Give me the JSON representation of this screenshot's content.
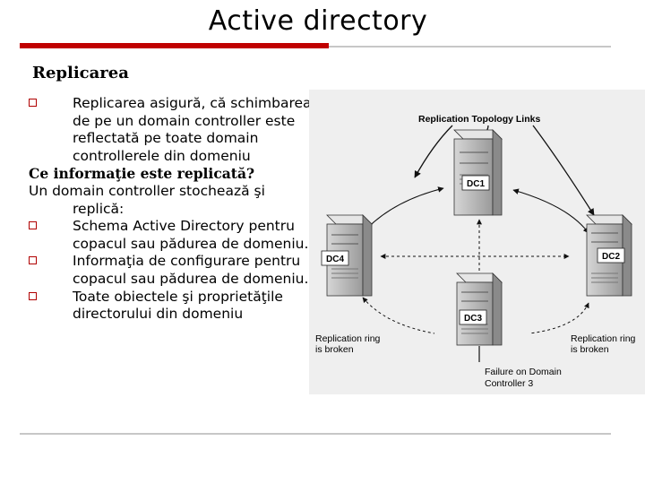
{
  "slide": {
    "title": "Active directory",
    "subtitle": "Replicarea"
  },
  "content": {
    "p1": "Replicarea asigură, că schimbarea de pe un domain controller este reflectată pe toate domain controllerele din domeniu",
    "question": "Ce informaţie este replicată?",
    "intro": "Un domain controller stochează şi replică:",
    "b1": "Schema Active Directory pentru copacul sau pădurea de domeniu.",
    "b2": "Informaţia de configurare pentru copacul sau pădurea de domeniu.",
    "b3": "Toate obiectele şi proprietăţile directorului din domeniu"
  },
  "diagram": {
    "title": "Replication Topology Links",
    "dc1": "DC1",
    "dc2": "DC2",
    "dc3": "DC3",
    "dc4": "DC4",
    "broken_left_1": "Replication ring",
    "broken_left_2": "is broken",
    "broken_right_1": "Replication ring",
    "broken_right_2": "is broken",
    "failure_1": "Failure on Domain",
    "failure_2": "Controller 3"
  },
  "colors": {
    "accent": "#c00000",
    "rule": "#c7c7c7",
    "diagram_bg": "#efefef"
  }
}
